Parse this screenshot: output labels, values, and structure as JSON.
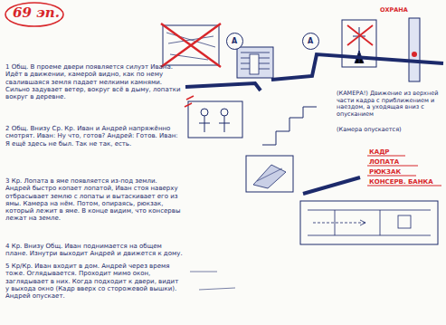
{
  "diagram": {
    "title": "69 эп.",
    "nodes": [
      {
        "text": [
          "A"
        ]
      },
      {
        "text": [
          "A"
        ]
      }
    ],
    "labels": [
      "1 Общ. В проеме двери появляется силуэт Ивана. Идёт в движении, камерой видно, как по нему свалившаяся земля падает мелкими камнями. Сильно задувает ветер, вокруг всё в дыму, лопатки вокруг в деревне.",
      "2 Общ. Внизу Ср. Кр. Иван и Андрей напряжённо смотрят. Иван: Ну что, готов? Андрей: Готов. Иван: Я ещё здесь не был. Так не так, есть.",
      "3 Кр. Лопата в яме появляется из-под земли. Андрей быстро копает лопатой, Иван стоя наверху отбрасывает землю с лопаты и вытаскивает его из ямы. Камера на нём. Потом, опираясь, рюкзак, который лежит в яме. В конце видим, что консервы лежат на земле.",
      "4 Кр. Внизу Общ. Иван поднимается на общем плане. Изнутри выходит Андрей и движется к дому.",
      "5 Кр/Кр. Иван входит в дом. Андрей через время тоже. Оглядывается. Проходит мимо окон, заглядывает в них. Когда подходит к двери, видит у выхода окно (Кадр вверх со сторожевой вышки). Андрей опускает.",
      "(КАМЕРА!) Движение из верхней части кадра с приближением и наездом, а уходящая вниз с опусканием",
      "(Камера опускается)",
      "КАДР",
      "ЛОПАТА",
      "РЮКЗАК",
      "КОНСЕРВ. БАНКА",
      "ОХРАНА"
    ]
  }
}
